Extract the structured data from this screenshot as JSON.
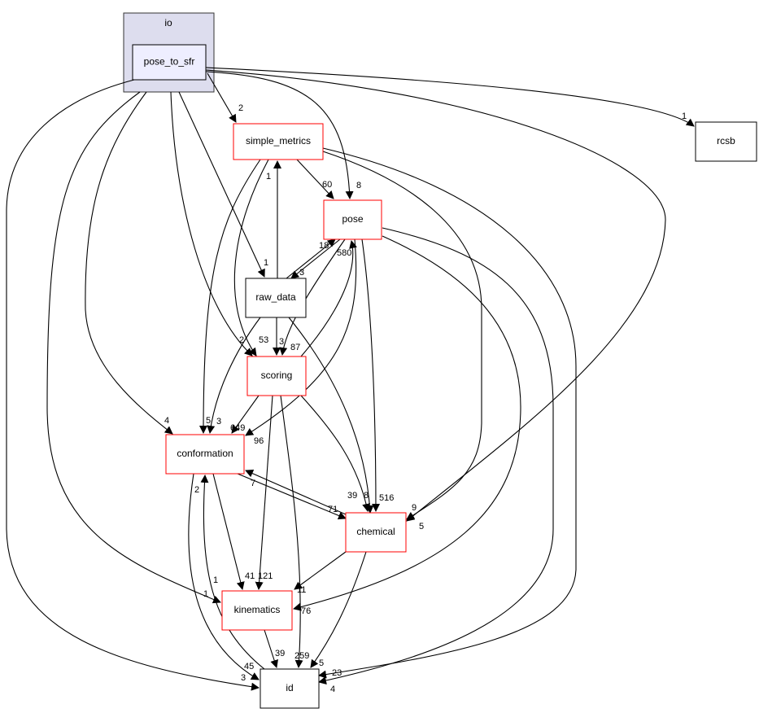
{
  "cluster": {
    "label": "io",
    "fill": "#ddddee"
  },
  "nodes": {
    "pose_to_sfr": {
      "label": "pose_to_sfr",
      "fill": "#eeeeff",
      "border": "#000000"
    },
    "rcsb": {
      "label": "rcsb",
      "border": "#000000"
    },
    "simple_metrics": {
      "label": "simple_metrics",
      "border": "#ff0000"
    },
    "pose": {
      "label": "pose",
      "border": "#ff0000"
    },
    "raw_data": {
      "label": "raw_data",
      "border": "#000000"
    },
    "scoring": {
      "label": "scoring",
      "border": "#ff0000"
    },
    "conformation": {
      "label": "conformation",
      "border": "#ff0000"
    },
    "chemical": {
      "label": "chemical",
      "border": "#ff0000"
    },
    "kinematics": {
      "label": "kinematics",
      "border": "#ff0000"
    },
    "id": {
      "label": "id",
      "border": "#000000"
    }
  },
  "edges": [
    {
      "from": "pose_to_sfr",
      "to": "rcsb",
      "label": "1"
    },
    {
      "from": "pose_to_sfr",
      "to": "simple_metrics",
      "label": "2"
    },
    {
      "from": "pose_to_sfr",
      "to": "pose",
      "label": "8"
    },
    {
      "from": "pose_to_sfr",
      "to": "chemical",
      "label": "5"
    },
    {
      "from": "pose_to_sfr",
      "to": "raw_data",
      "label": "1"
    },
    {
      "from": "pose_to_sfr",
      "to": "scoring",
      "label": "2"
    },
    {
      "from": "pose_to_sfr",
      "to": "conformation",
      "label": "4"
    },
    {
      "from": "pose_to_sfr",
      "to": "kinematics",
      "label": "1"
    },
    {
      "from": "pose_to_sfr",
      "to": "id",
      "label": "3"
    },
    {
      "from": "simple_metrics",
      "to": "pose",
      "label": "60"
    },
    {
      "from": "simple_metrics",
      "to": "chemical",
      "label": "9"
    },
    {
      "from": "simple_metrics",
      "to": "id",
      "label": "23"
    },
    {
      "from": "simple_metrics",
      "to": "conformation",
      "label": "5"
    },
    {
      "from": "simple_metrics",
      "to": "scoring",
      "label": "53"
    },
    {
      "from": "raw_data",
      "to": "simple_metrics",
      "label": "1"
    },
    {
      "from": "raw_data",
      "to": "pose",
      "label": "18"
    },
    {
      "from": "pose",
      "to": "raw_data",
      "label": "3"
    },
    {
      "from": "raw_data",
      "to": "scoring",
      "label": "3"
    },
    {
      "from": "raw_data",
      "to": "conformation",
      "label": "3"
    },
    {
      "from": "raw_data",
      "to": "chemical",
      "label": "39"
    },
    {
      "from": "pose",
      "to": "scoring",
      "label": "87"
    },
    {
      "from": "scoring",
      "to": "pose",
      "label": "580"
    },
    {
      "from": "pose",
      "to": "conformation",
      "label": "96"
    },
    {
      "from": "pose",
      "to": "chemical",
      "label": "516"
    },
    {
      "from": "pose",
      "to": "kinematics",
      "label": "76"
    },
    {
      "from": "pose",
      "to": "id",
      "label": "4"
    },
    {
      "from": "scoring",
      "to": "conformation",
      "label": "649"
    },
    {
      "from": "scoring",
      "to": "kinematics",
      "label": "121"
    },
    {
      "from": "scoring",
      "to": "id",
      "label": "259"
    },
    {
      "from": "scoring",
      "to": "chemical",
      "label": "8"
    },
    {
      "from": "conformation",
      "to": "chemical",
      "label": "71"
    },
    {
      "from": "chemical",
      "to": "conformation",
      "label": "7"
    },
    {
      "from": "conformation",
      "to": "kinematics",
      "label": "41"
    },
    {
      "from": "conformation",
      "to": "id",
      "label": "45"
    },
    {
      "from": "id",
      "to": "conformation",
      "label": "2"
    },
    {
      "from": "kinematics",
      "to": "id",
      "label": "1"
    },
    {
      "from": "chemical",
      "to": "kinematics",
      "label": "11"
    },
    {
      "from": "chemical",
      "to": "id",
      "label": "5"
    },
    {
      "from": "kinematics",
      "to": "id",
      "label": "39"
    }
  ]
}
